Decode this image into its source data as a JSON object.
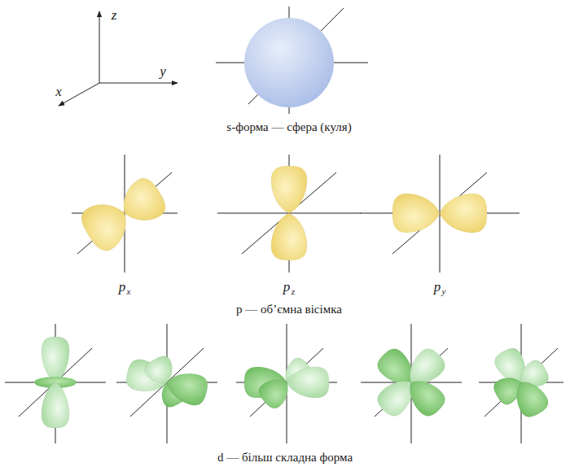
{
  "diagram": {
    "labels": [
      "z",
      "y",
      "x",
      "s-форма — сфера (куля)",
      "p",
      "x",
      "p",
      "z",
      "p",
      "y",
      "p — об’ємна вісімка",
      "d — більш складна форма"
    ]
  }
}
